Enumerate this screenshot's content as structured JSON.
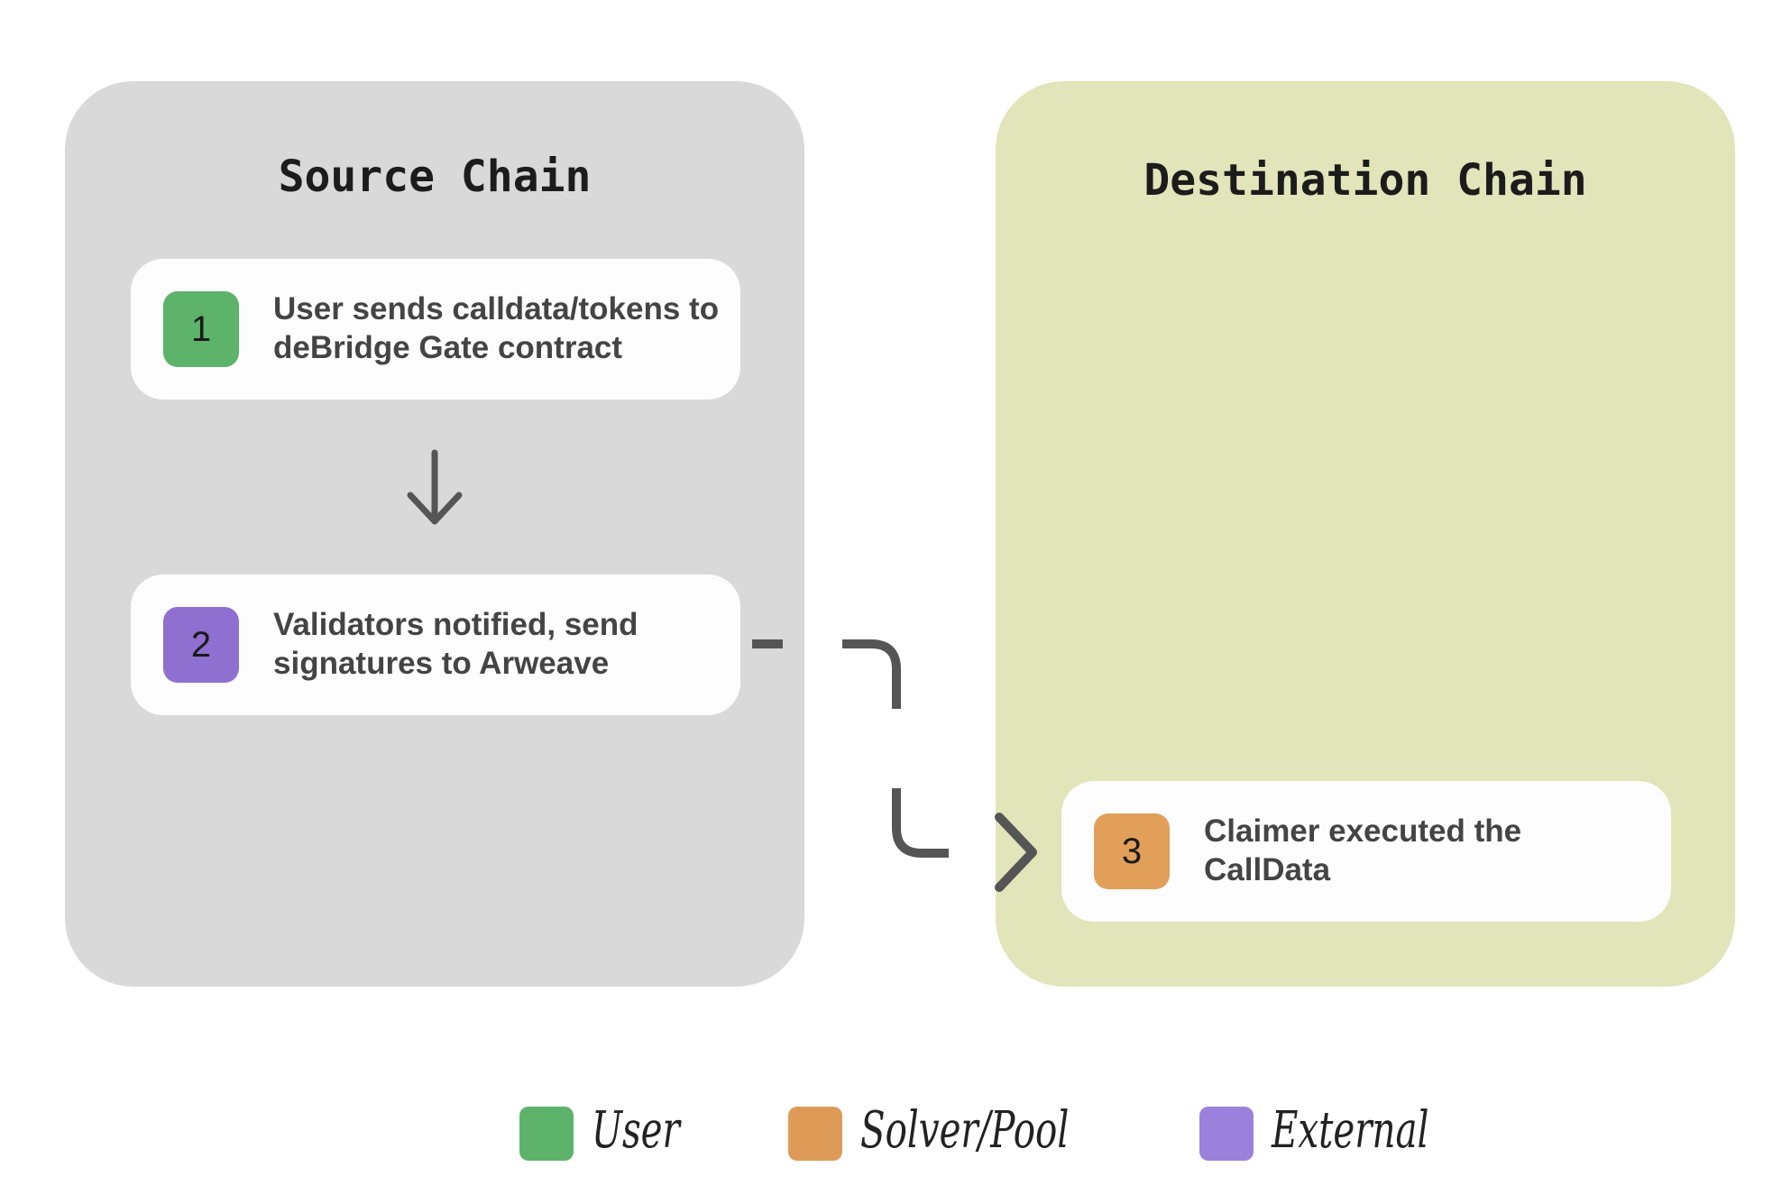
{
  "panels": {
    "source": {
      "title": "Source Chain"
    },
    "destination": {
      "title": "Destination Chain"
    }
  },
  "steps": [
    {
      "number": "1",
      "text": "User sends calldata/tokens to deBridge Gate contract",
      "role": "user"
    },
    {
      "number": "2",
      "text": "Validators notified, send signatures to Arweave",
      "role": "external"
    },
    {
      "number": "3",
      "text": "Claimer executed the CallData",
      "role": "solver"
    }
  ],
  "legend": [
    {
      "label": "User",
      "color": "#5cb369"
    },
    {
      "label": "Solver/Pool",
      "color": "#de9b58"
    },
    {
      "label": "External",
      "color": "#9c81dc"
    }
  ],
  "colors": {
    "source_panel": "#d9d9d9",
    "destination_panel": "#e2e4b9",
    "arrow": "#555555",
    "user": "#5cb369",
    "solver": "#e19f5a",
    "external": "#8f6fd0"
  },
  "icons": {
    "down_arrow": "arrow-down-icon",
    "connector": "dashed-elbow-arrow-icon"
  }
}
